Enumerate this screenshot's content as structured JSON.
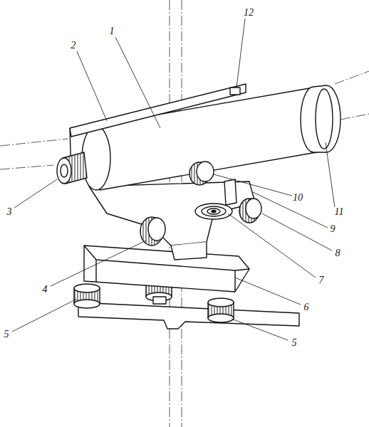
{
  "diagram": {
    "labels": [
      "1",
      "2",
      "12",
      "3",
      "11",
      "10",
      "9",
      "8",
      "4",
      "7",
      "6",
      "5",
      "5"
    ]
  }
}
